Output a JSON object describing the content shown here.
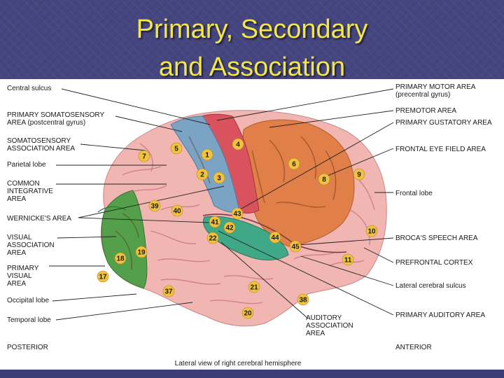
{
  "slide": {
    "title_line1": "Primary, Secondary",
    "title_line2": "and Association"
  },
  "left_labels": [
    {
      "id": "central-sulcus",
      "lines": [
        "Central sulcus"
      ]
    },
    {
      "id": "primary-somatosensory",
      "lines": [
        "PRIMARY SOMATOSENSORY",
        "AREA (postcentral gyrus)"
      ]
    },
    {
      "id": "somatosensory-association",
      "lines": [
        "SOMATOSENSORY",
        "ASSOCIATION AREA"
      ]
    },
    {
      "id": "parietal-lobe",
      "lines": [
        "Parietal lobe"
      ]
    },
    {
      "id": "common-integrative",
      "lines": [
        "COMMON",
        "INTEGRATIVE",
        "AREA"
      ]
    },
    {
      "id": "wernickes",
      "lines": [
        "WERNICKE'S AREA"
      ]
    },
    {
      "id": "visual-association",
      "lines": [
        "VISUAL",
        "ASSOCIATION",
        "AREA"
      ]
    },
    {
      "id": "primary-visual",
      "lines": [
        "PRIMARY",
        "VISUAL",
        "AREA"
      ]
    },
    {
      "id": "occipital-lobe",
      "lines": [
        "Occipital lobe"
      ]
    },
    {
      "id": "temporal-lobe",
      "lines": [
        "Temporal lobe"
      ]
    },
    {
      "id": "posterior",
      "lines": [
        "POSTERIOR"
      ]
    }
  ],
  "right_labels": [
    {
      "id": "primary-motor",
      "lines": [
        "PRIMARY MOTOR AREA",
        "(precentral gyrus)"
      ]
    },
    {
      "id": "premotor",
      "lines": [
        "PREMOTOR AREA"
      ]
    },
    {
      "id": "primary-gustatory",
      "lines": [
        "PRIMARY GUSTATORY AREA"
      ]
    },
    {
      "id": "frontal-eye-field",
      "lines": [
        "FRONTAL EYE FIELD AREA"
      ]
    },
    {
      "id": "frontal-lobe",
      "lines": [
        "Frontal lobe"
      ]
    },
    {
      "id": "brocas",
      "lines": [
        "BROCA'S SPEECH AREA"
      ]
    },
    {
      "id": "prefrontal",
      "lines": [
        "PREFRONTAL CORTEX"
      ]
    },
    {
      "id": "lateral-sulcus",
      "lines": [
        "Lateral cerebral sulcus"
      ]
    },
    {
      "id": "primary-auditory",
      "lines": [
        "PRIMARY AUDITORY AREA"
      ]
    },
    {
      "id": "anterior",
      "lines": [
        "ANTERIOR"
      ]
    }
  ],
  "bottom_labels": [
    {
      "id": "auditory-association",
      "lines": [
        "AUDITORY",
        "ASSOCIATION",
        "AREA"
      ]
    }
  ],
  "caption": "Lateral view of right cerebral hemisphere",
  "brodmann_areas": [
    "4",
    "5",
    "7",
    "1",
    "6",
    "2",
    "3",
    "8",
    "9",
    "39",
    "40",
    "43",
    "41",
    "42",
    "22",
    "44",
    "10",
    "45",
    "19",
    "18",
    "11",
    "17",
    "37",
    "21",
    "38",
    "20"
  ],
  "region_colors": {
    "motor": "#d9535e",
    "somatosensory": "#7ba3c4",
    "frontal": "#e07f47",
    "occipital": "#54a04a",
    "auditory": "#3fa886",
    "cortex": "#f1b5b2",
    "badge": "#f2c23e"
  }
}
